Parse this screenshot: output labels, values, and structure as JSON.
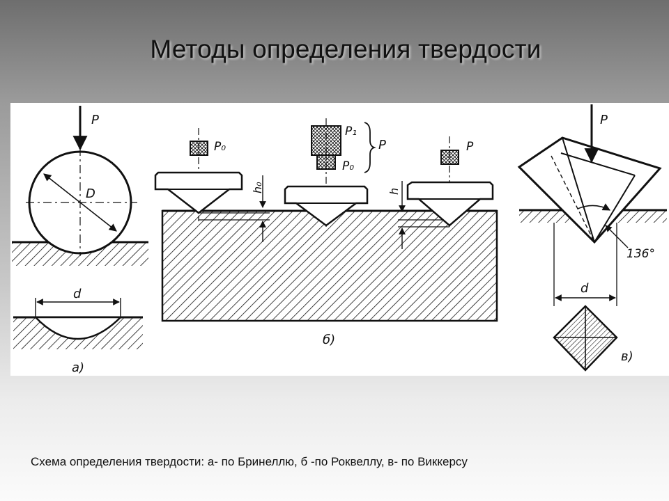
{
  "slide": {
    "title": "Методы определения твердости",
    "caption": "Схема определения твердости: а- по Бринеллю, б -по Роквеллу, в- по Виккерсу"
  },
  "diagram": {
    "brinell": {
      "force_label": "P",
      "diameter_label": "D",
      "indent_label": "d",
      "panel_label": "а)"
    },
    "rockwell": {
      "preload_label": "P₀",
      "main_load_label": "P₁",
      "total_label": "P",
      "main_preload_label": "P₀",
      "final_label": "P",
      "depth0_label": "h₀",
      "depth_label": "h",
      "panel_label": "б)"
    },
    "vickers": {
      "force_label": "P",
      "angle_label": "136°",
      "diagonal_label": "d",
      "panel_label": "в)"
    }
  }
}
